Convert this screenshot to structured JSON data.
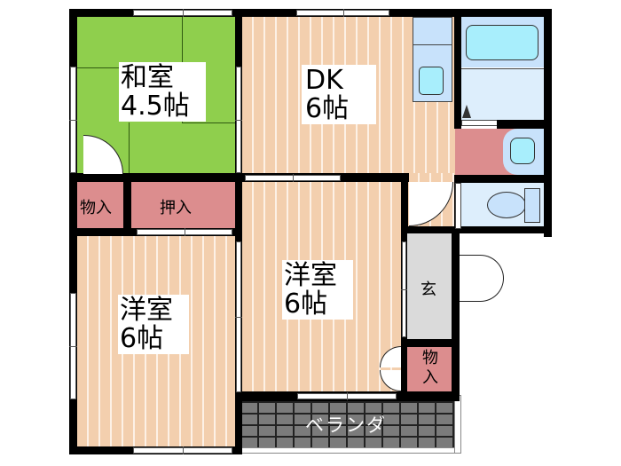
{
  "floor_plan": {
    "rooms": {
      "washitsu": {
        "name": "和室",
        "size": "4.5帖",
        "color": "#8fcf4d"
      },
      "dk": {
        "name": "DK",
        "size": "6帖",
        "color": "#f3cfae"
      },
      "yoshitsu_left": {
        "name": "洋室",
        "size": "6帖",
        "color": "#f3cfae"
      },
      "yoshitsu_center": {
        "name": "洋室",
        "size": "6帖",
        "color": "#f3cfae"
      },
      "oshiire": {
        "name": "押入",
        "color": "#dc8d8e"
      },
      "monoire_left": {
        "name": "物入",
        "color": "#dc8d8e"
      },
      "monoire_right": {
        "name_top": "物",
        "name_bottom": "入",
        "color": "#dc8d8e"
      },
      "genkan": {
        "name": "玄",
        "color": "#dadada"
      },
      "veranda": {
        "name": "ベランダ",
        "color": "#7b7b7b"
      },
      "bathroom": {
        "color": "#c8e2fb"
      },
      "washroom": {
        "color": "#dc8d8e"
      },
      "toilet": {
        "color": "#ddeefc"
      }
    },
    "colors": {
      "wall": "#000000",
      "fixture": "#a8eefc"
    }
  }
}
